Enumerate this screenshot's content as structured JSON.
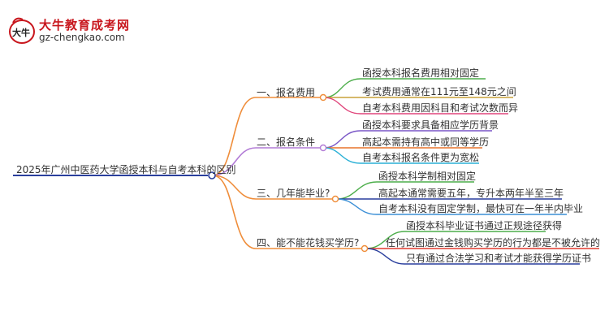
{
  "logo": {
    "name": "大牛教育成考网",
    "url": "gz-chengkao.com",
    "mark_text": "大牛"
  },
  "root": "2025年广州中医药大学函授本科与自考本科的区别",
  "branches": [
    {
      "label": "一、报名费用",
      "color": "#ef8d3a",
      "leaves": [
        {
          "text": "函授本科报名费用相对固定",
          "color": "#4dae4b"
        },
        {
          "text": "考试费用通常在111元至148元之间",
          "color": "#c9a23a"
        },
        {
          "text": "自考本科费用因科目和考试次数而异",
          "color": "#e0457b"
        }
      ]
    },
    {
      "label": "二、报名条件",
      "color": "#b27bd6",
      "leaves": [
        {
          "text": "函授本科要求具备相应学历背景",
          "color": "#7a57c7"
        },
        {
          "text": "高起本需持有高中或同等学历",
          "color": "#e8742c"
        },
        {
          "text": "自考本科报名条件更为宽松",
          "color": "#2ab0d6"
        }
      ]
    },
    {
      "label": "三、几年能毕业?",
      "color": "#ef8d3a",
      "leaves": [
        {
          "text": "函授本科学制相对固定",
          "color": "#4dae4b"
        },
        {
          "text": "高起本通常需要五年，专升本两年半至三年",
          "color": "#2a3f9d"
        },
        {
          "text": "自考本科没有固定学制，最快可在一年半内毕业",
          "color": "#3c8fd6"
        }
      ]
    },
    {
      "label": "四、能不能花钱买学历?",
      "color": "#ef8d3a",
      "leaves": [
        {
          "text": "函授本科毕业证书通过正规途径获得",
          "color": "#4dae4b"
        },
        {
          "text": "任何试图通过金钱购买学历的行为都是不被允许的",
          "color": "#e23a2f"
        },
        {
          "text": "只有通过合法学习和考试才能获得学历证书",
          "color": "#2a3f9d"
        }
      ]
    }
  ]
}
